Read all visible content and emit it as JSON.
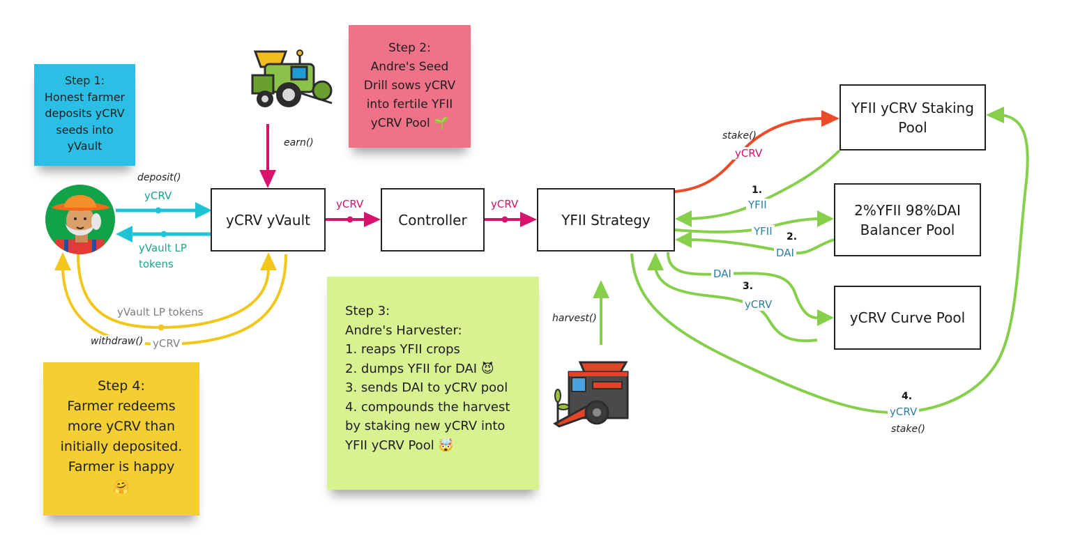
{
  "colors": {
    "deposit_arrow": "#1fc3d6",
    "earn_arrow": "#d8116c",
    "stake_arrow": "#ee4a2a",
    "strategy_arrows": "#86cf4a",
    "withdraw_arrow": "#f3c61c",
    "sticky_blue": "#2bbfe6",
    "sticky_pink": "#f07288",
    "sticky_green": "#d9f291",
    "sticky_yellow": "#f4cf33"
  },
  "sticky_notes": {
    "step1": {
      "lines": [
        "Step 1:",
        "Honest farmer",
        "deposits yCRV",
        "seeds into",
        "yVault"
      ]
    },
    "step2": {
      "lines": [
        "Step 2:",
        "Andre's Seed",
        "Drill sows yCRV",
        "into fertile YFII",
        "yCRV Pool 🌱"
      ]
    },
    "step3": {
      "lines": [
        "Step 3:",
        "Andre's Harvester:",
        "1. reaps YFII crops",
        "2. dumps YFII for DAI 😈",
        "3. sends DAI to yCRV pool",
        "4. compounds the harvest",
        "by staking new yCRV into",
        "YFII yCRV Pool 🤯"
      ]
    },
    "step4": {
      "lines": [
        "Step 4:",
        "Farmer redeems",
        "more yCRV than",
        "initially deposited.",
        "Farmer is happy",
        "🤗"
      ]
    }
  },
  "nodes": {
    "vault": {
      "label": "yCRV yVault"
    },
    "controller": {
      "label": "Controller"
    },
    "strategy": {
      "label": "YFII Strategy"
    },
    "staking_pool": {
      "lines": [
        "YFII yCRV Staking",
        "Pool"
      ]
    },
    "balancer_pool": {
      "lines": [
        "2%YFII 98%DAI",
        "Balancer Pool"
      ]
    },
    "curve_pool": {
      "label": "yCRV Curve Pool"
    }
  },
  "icons": {
    "farmer": "farmer-avatar-icon",
    "seed_drill": "seed-drill-tractor-icon",
    "harvester": "combine-harvester-icon"
  },
  "edge_labels": {
    "deposit_fn": "deposit()",
    "deposit_token": "yCRV",
    "lp_tokens": [
      "yVault LP",
      "tokens"
    ],
    "earn_fn": "earn()",
    "vault_to_controller": "yCRV",
    "controller_to_strategy": "yCRV",
    "stake_fn": "stake()",
    "stake_token": "yCRV",
    "step1_num": "1.",
    "step1_token": "YFII",
    "step2_num": "2.",
    "step2_out_token": "YFII",
    "step2_in_token": "DAI",
    "step3_num": "3.",
    "step3_out_token": "DAI",
    "step3_in_token": "yCRV",
    "step4_num": "4.",
    "step4_token": "yCRV",
    "step4_fn": "stake()",
    "harvest_fn": "harvest()",
    "withdraw_lp": "yVault LP tokens",
    "withdraw_fn": "withdraw()",
    "withdraw_token": "yCRV"
  }
}
